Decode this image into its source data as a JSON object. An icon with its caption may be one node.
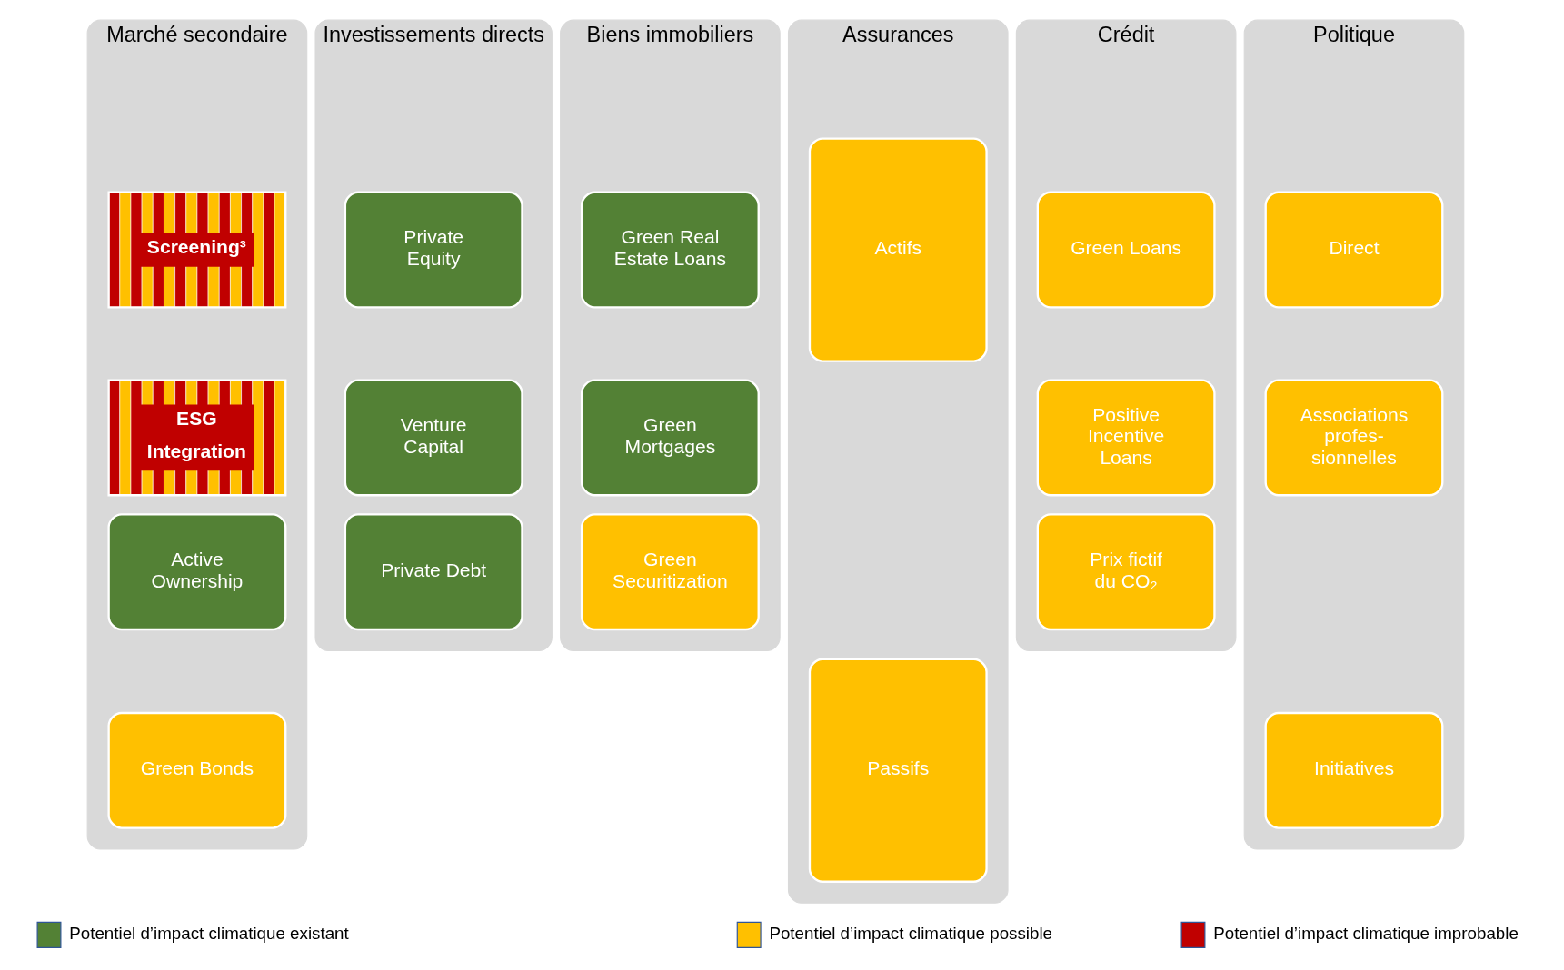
{
  "diagram": {
    "nodes": [
      {
        "text": [
          "Marché secondaire"
        ]
      },
      {
        "text": [
          "Screening³"
        ],
        "in": 0
      },
      {
        "text": [
          "ESG Integration"
        ],
        "in": 0
      },
      {
        "text": [
          "Active Ownership"
        ],
        "in": 0
      },
      {
        "text": [
          "Green Bonds"
        ],
        "in": 0
      },
      {
        "text": [
          "Investissements directs"
        ]
      },
      {
        "text": [
          "Private Equity"
        ],
        "in": 5
      },
      {
        "text": [
          "Venture Capital"
        ],
        "in": 5
      },
      {
        "text": [
          "Private Debt"
        ],
        "in": 5
      },
      {
        "text": [
          "Biens immobiliers"
        ]
      },
      {
        "text": [
          "Green Real Estate Loans"
        ],
        "in": 9
      },
      {
        "text": [
          "Green Mortgages"
        ],
        "in": 9
      },
      {
        "text": [
          "Green Securitization"
        ],
        "in": 9
      },
      {
        "text": [
          "Assurances"
        ]
      },
      {
        "text": [
          "Actifs"
        ],
        "in": 13
      },
      {
        "text": [
          "Passifs"
        ],
        "in": 13
      },
      {
        "text": [
          "Crédit"
        ]
      },
      {
        "text": [
          "Green Loans"
        ],
        "in": 16
      },
      {
        "text": [
          "Positive Incentive Loans"
        ],
        "in": 16
      },
      {
        "text": [
          "Prix fictif du CO₂"
        ],
        "in": 16
      },
      {
        "text": [
          "Politique"
        ]
      },
      {
        "text": [
          "Direct"
        ],
        "in": 20
      },
      {
        "text": [
          "Associations profes-sionnelles"
        ],
        "in": 20
      },
      {
        "text": [
          "Initiatives"
        ],
        "in": 20
      }
    ],
    "edges": [],
    "legend": [
      {
        "text": "Potentiel d’impact climatique existant",
        "color": "#538135"
      },
      {
        "text": "Potentiel d’impact climatique possible",
        "color": "#ffc000"
      },
      {
        "text": "Potentiel d’impact climatique improbable",
        "color": "#c00000"
      }
    ]
  }
}
